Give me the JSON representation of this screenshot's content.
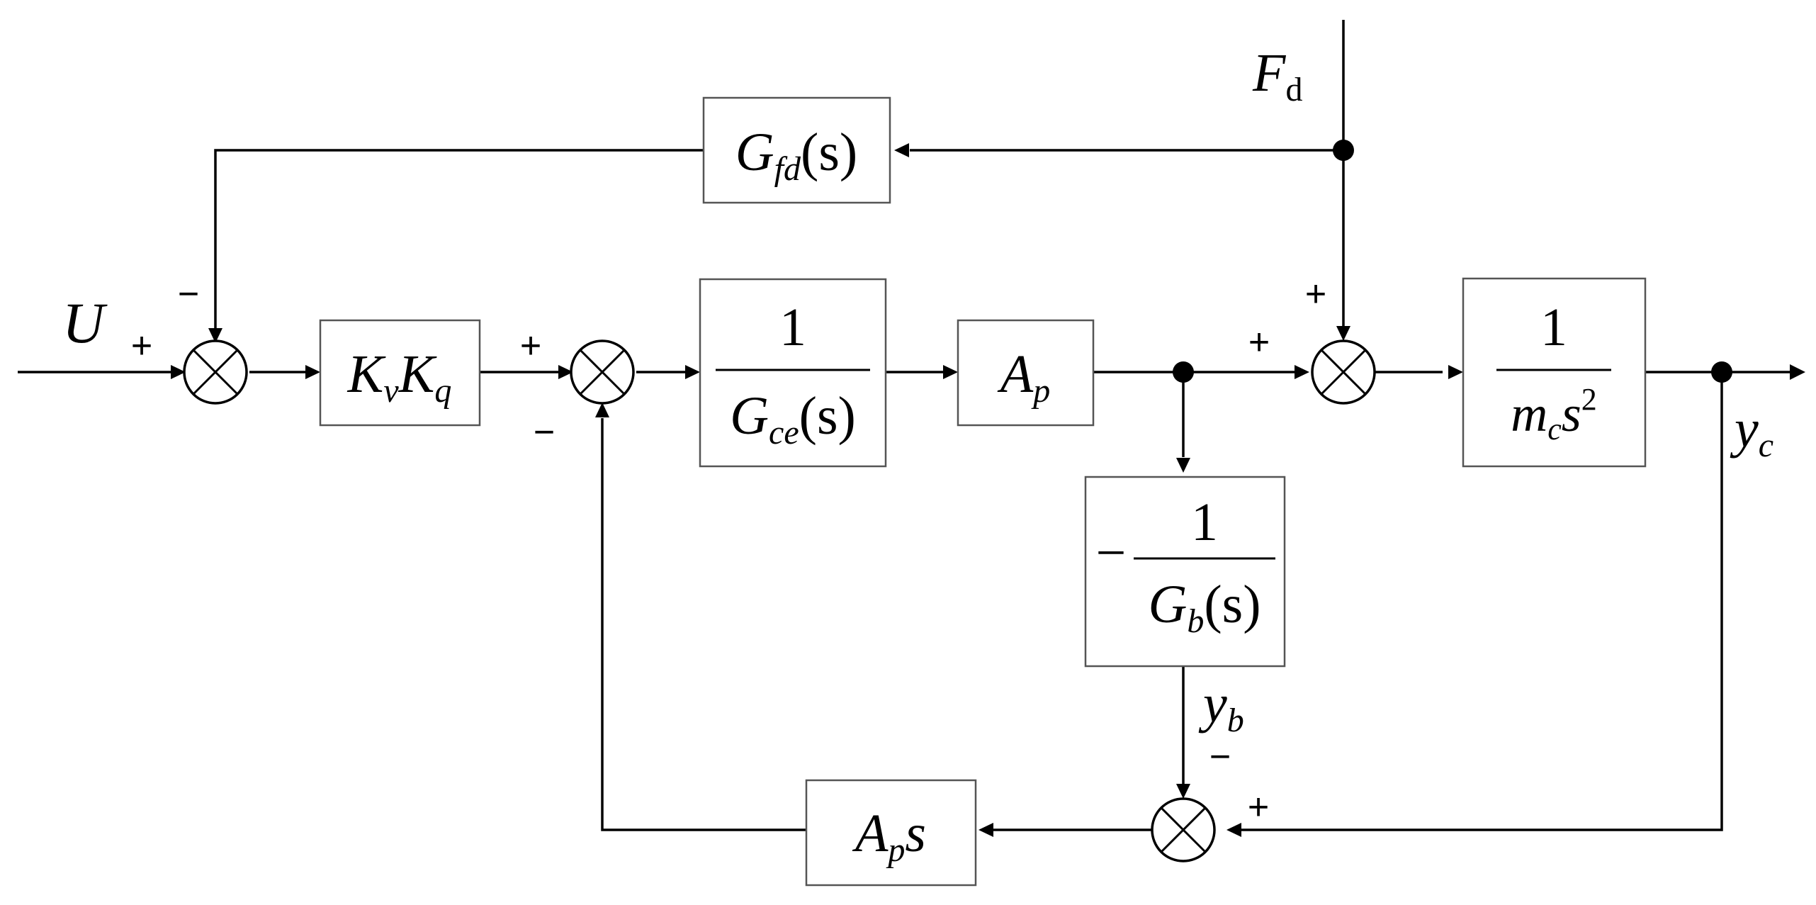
{
  "signals": {
    "input": "U",
    "disturbance_main": "F",
    "disturbance_sub": "d",
    "output_main": "y",
    "output_sub": "c",
    "base_main": "y",
    "base_sub": "b"
  },
  "blocks": {
    "gfd": {
      "main": "G",
      "sub": "fd",
      "arg": "(s)"
    },
    "kvkq": {
      "k1": "K",
      "s1": "v",
      "k2": "K",
      "s2": "q"
    },
    "gce": {
      "num": "1",
      "main": "G",
      "sub": "ce",
      "arg": "(s)"
    },
    "ap": {
      "main": "A",
      "sub": "p"
    },
    "mcs2": {
      "num": "1",
      "m": "m",
      "msub": "c",
      "s": "s",
      "exp": "2"
    },
    "gb": {
      "neg": "−",
      "num": "1",
      "main": "G",
      "sub": "b",
      "arg": "(s)"
    },
    "aps": {
      "main": "A",
      "sub": "p",
      "s": "s"
    }
  },
  "signs": {
    "sum1_input": "+",
    "sum1_feedforward": "−",
    "sum2_input": "+",
    "sum2_feedback": "−",
    "sum3_flow": "+",
    "sum3_disturbance": "+",
    "sum4_output": "+",
    "sum4_base": "−"
  }
}
